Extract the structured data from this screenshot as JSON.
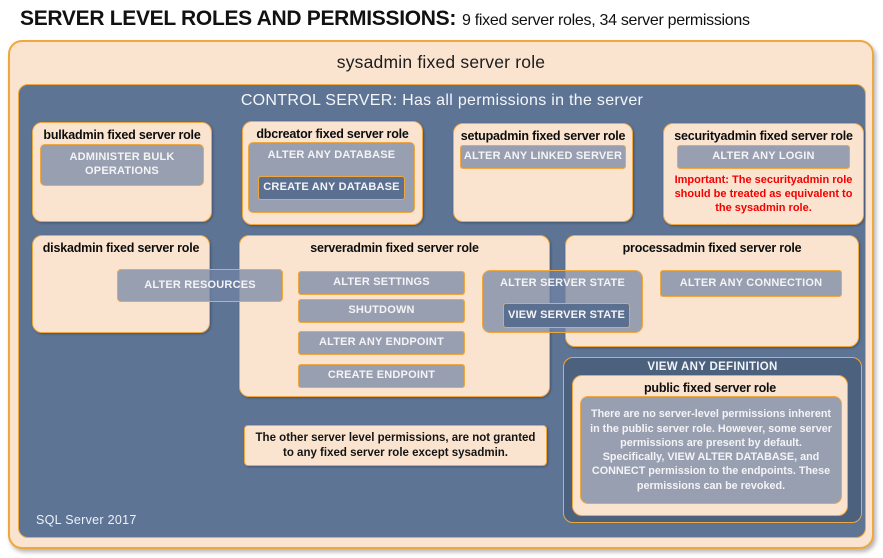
{
  "title": {
    "emphasis": "SERVER LEVEL ROLES AND PERMISSIONS:",
    "detail": "9 fixed server roles, 34 server permissions"
  },
  "sysadmin_box": {
    "title": "sysadmin fixed server role"
  },
  "control_server_box": {
    "title": "CONTROL SERVER: Has all permissions in the server"
  },
  "roles": {
    "bulkadmin": {
      "title": "bulkadmin fixed server role",
      "permission": "ADMINISTER BULK OPERATIONS"
    },
    "dbcreator": {
      "title": "dbcreator fixed server role",
      "permission_outer": "ALTER ANY DATABASE",
      "permission_inner": "CREATE ANY DATABASE"
    },
    "setupadmin": {
      "title": "setupadmin fixed server role",
      "permission": "ALTER ANY LINKED SERVER"
    },
    "securityadmin": {
      "title": "securityadmin fixed server role",
      "permission": "ALTER ANY LOGIN",
      "important_note": "Important: The securityadmin role should be treated as equivalent to the sysadmin role."
    },
    "diskadmin": {
      "title": "diskadmin fixed server role",
      "permission": "ALTER RESOURCES"
    },
    "serveradmin": {
      "title": "serveradmin fixed server role",
      "permissions": [
        "ALTER SETTINGS",
        "SHUTDOWN",
        "ALTER ANY ENDPOINT",
        "CREATE ENDPOINT"
      ],
      "state_permission_outer": "ALTER SERVER STATE",
      "state_permission_inner": "VIEW SERVER STATE"
    },
    "processadmin": {
      "title": "processadmin fixed server role",
      "permission": "ALTER ANY CONNECTION"
    },
    "public": {
      "container_title": "VIEW ANY DEFINITION",
      "title": "public fixed server role",
      "description": "There are no server-level permissions inherent in the public server role. However, some server permissions are present by default. Specifically, VIEW ALTER DATABASE, and CONNECT permission to the endpoints. These permissions can be revoked."
    }
  },
  "footnote": "The other server level permissions, are not granted to any fixed server role except sysadmin.",
  "footer": "SQL Server 2017",
  "colors": {
    "peach": "#fae4d0",
    "orange": "#efa73f",
    "slate": "#5e7495",
    "dark_slate": "#4b617e",
    "nested_fill": "#5b7090",
    "red": "#f40000"
  }
}
